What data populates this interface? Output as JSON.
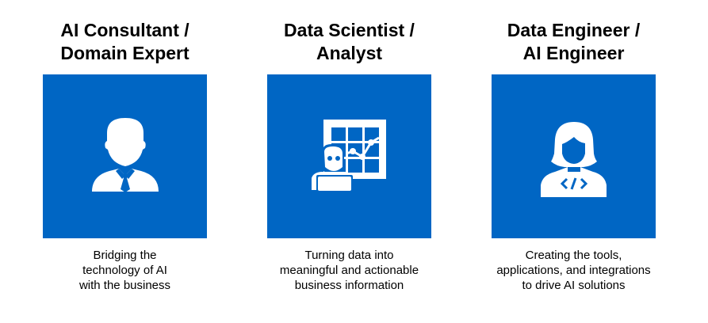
{
  "roles": [
    {
      "title_line1": "AI Consultant /",
      "title_line2": "Domain Expert",
      "icon": "businessman-icon",
      "desc_line1": "Bridging the",
      "desc_line2": "technology of AI",
      "desc_line3": "with the business"
    },
    {
      "title_line1": "Data Scientist /",
      "title_line2": "Analyst",
      "icon": "data-scientist-chart-icon",
      "desc_line1": "Turning data into",
      "desc_line2": "meaningful and actionable",
      "desc_line3": "business information"
    },
    {
      "title_line1": "Data Engineer /",
      "title_line2": "AI Engineer",
      "icon": "engineer-code-icon",
      "desc_line1": "Creating the tools,",
      "desc_line2": "applications, and integrations",
      "desc_line3": "to drive AI solutions"
    }
  ],
  "colors": {
    "box": "#0066C4",
    "icon": "#FFFFFF"
  }
}
